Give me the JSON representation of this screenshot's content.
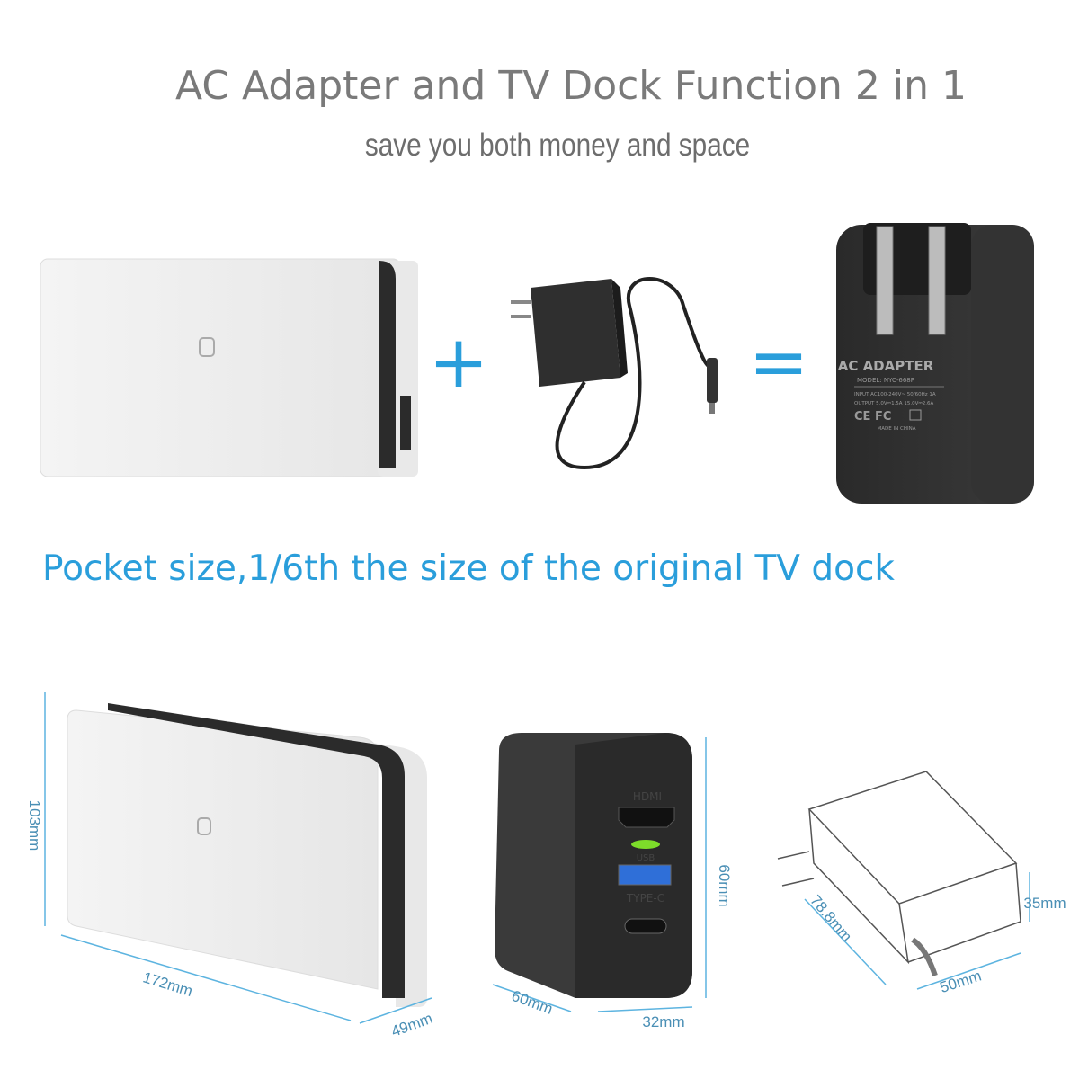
{
  "header": {
    "title": "AC Adapter and TV Dock Function 2 in 1",
    "subtitle": "save you both money and space"
  },
  "comparison": {
    "plus_symbol": "+",
    "equals_symbol": "=",
    "adapter_label": {
      "brand": "AC ADAPTER",
      "model": "MODEL: NYC-668P",
      "input": "INPUT    AC100-240V~ 50/60Hz 1A",
      "output": "OUTPUT  5.0V⎓1.5A 15.0V⎓2.6A",
      "certifications": "CE FC",
      "origin": "MADE IN CHINA"
    }
  },
  "tagline": "Pocket size,1/6th the size of the original TV dock",
  "dimensions": {
    "dock": {
      "height": "103mm",
      "length": "172mm",
      "depth": "49mm"
    },
    "charger": {
      "height": "60mm",
      "depth": "60mm",
      "width": "32mm",
      "ports": [
        "HDMI",
        "USB",
        "TYPE-C"
      ]
    },
    "outline": {
      "length": "78.8mm",
      "width": "50mm",
      "depth": "35mm"
    }
  },
  "colors": {
    "accent": "#2a9edb",
    "led": "#7ddc2a",
    "usb_port": "#2f6fd8"
  }
}
